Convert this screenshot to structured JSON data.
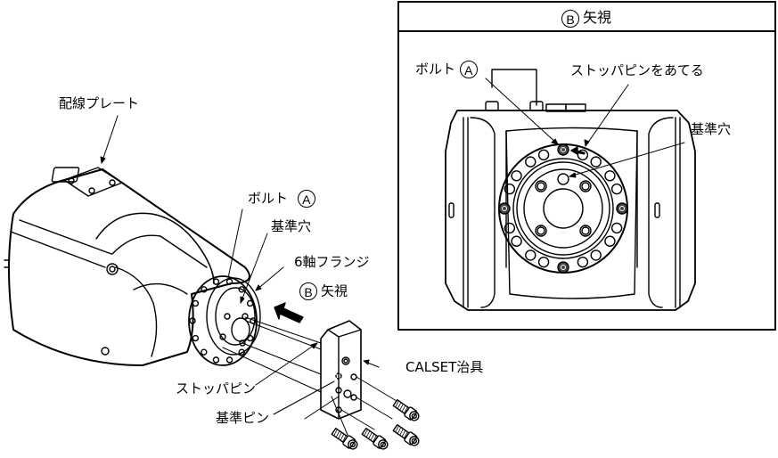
{
  "inset": {
    "title_marker": "B",
    "title_text": "矢視",
    "labels": {
      "bolt_text": "ボルト",
      "bolt_marker": "A",
      "stopper_contact": "ストッパピンをあてる",
      "ref_hole": "基準穴"
    }
  },
  "main": {
    "labels": {
      "wiring_plate": "配線プレート",
      "bolt_text": "ボルト",
      "bolt_marker": "A",
      "ref_hole": "基準穴",
      "flange": "6軸フランジ",
      "view_marker": "B",
      "view_text": "矢視",
      "jig": "CALSET治具",
      "stopper_pin": "ストッパピン",
      "ref_pin": "基準ピン"
    }
  }
}
